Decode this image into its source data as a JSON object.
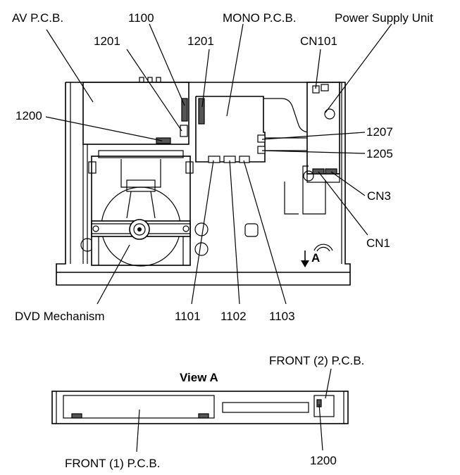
{
  "labels": {
    "av_pcb": "AV P.C.B.",
    "l1100": "1100",
    "mono_pcb": "MONO P.C.B.",
    "power_supply": "Power Supply Unit",
    "l1201_left": "1201",
    "l1201_right": "1201",
    "cn101": "CN101",
    "l1200_top": "1200",
    "l1207": "1207",
    "l1205": "1205",
    "cn3": "CN3",
    "cn1": "CN1",
    "view_a_arrow": "A",
    "dvd_mechanism": "DVD Mechanism",
    "l1101": "1101",
    "l1102": "1102",
    "l1103": "1103",
    "front2_pcb": "FRONT (2) P.C.B.",
    "view_a_title": "View A",
    "front1_pcb": "FRONT (1) P.C.B.",
    "l1200_bottom": "1200"
  }
}
